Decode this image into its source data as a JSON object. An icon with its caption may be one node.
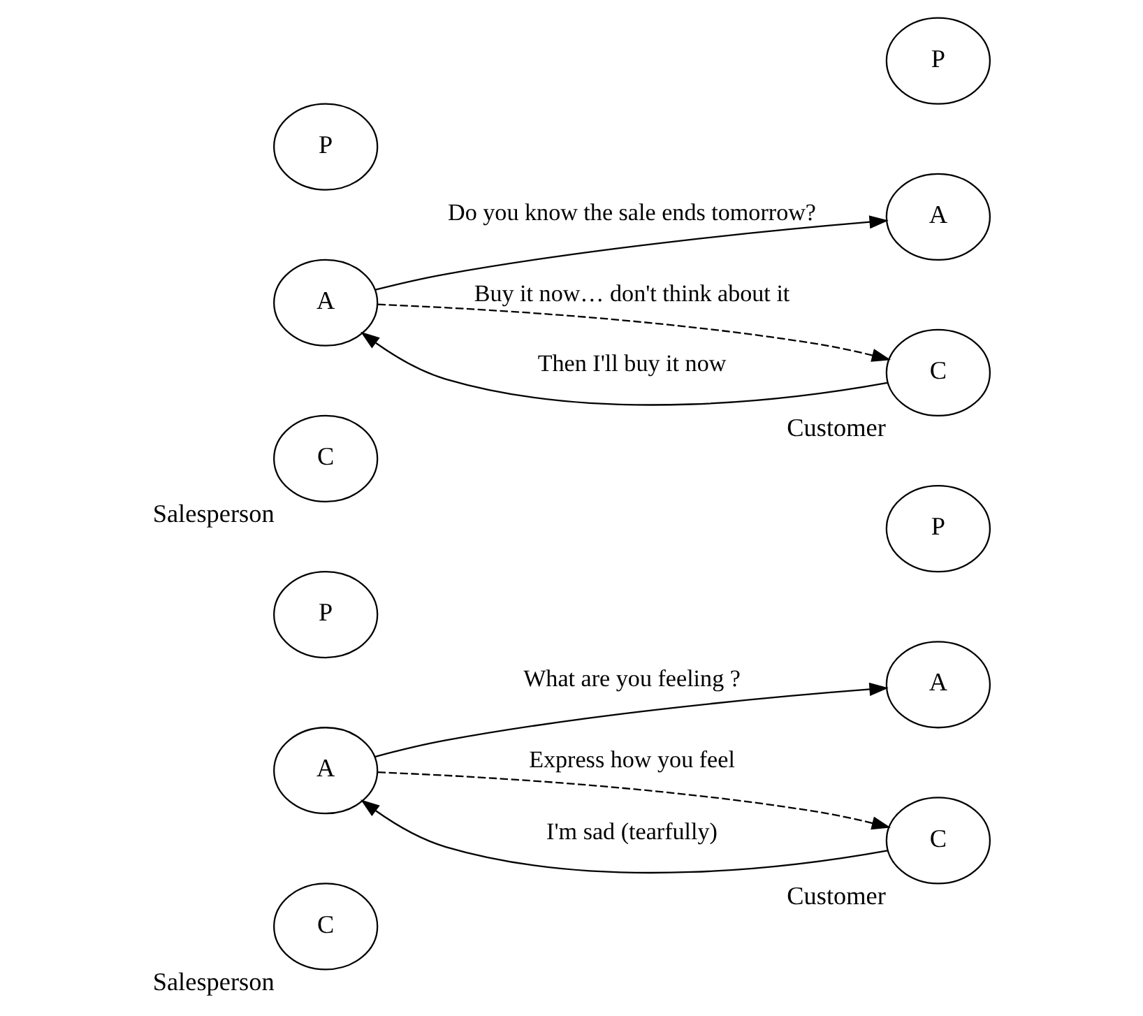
{
  "diagram": {
    "nodes": [
      {
        "text": [
          "P"
        ]
      },
      {
        "text": [
          "A"
        ]
      },
      {
        "text": [
          "C"
        ],
        "beside": [
          "Salesperson"
        ]
      },
      {
        "text": [
          "P"
        ]
      },
      {
        "text": [
          "A"
        ]
      },
      {
        "text": [
          "C"
        ],
        "beside": [
          "Customer"
        ]
      },
      {
        "text": [
          "P"
        ]
      },
      {
        "text": [
          "A"
        ]
      },
      {
        "text": [
          "C"
        ],
        "beside": [
          "Salesperson"
        ]
      },
      {
        "text": [
          "P"
        ]
      },
      {
        "text": [
          "A"
        ]
      },
      {
        "text": [
          "C"
        ],
        "beside": [
          "Customer"
        ]
      }
    ],
    "edges": [
      {
        "from": 1,
        "to": 4,
        "arrow": "to",
        "label": "Do you know the sale ends tomorrow?"
      },
      {
        "from": 1,
        "to": 5,
        "arrow": "to",
        "label": "Buy it now… don't think about it",
        "style": "dashed"
      },
      {
        "from": 5,
        "to": 1,
        "arrow": "to",
        "label": "Then I'll buy it now"
      },
      {
        "from": 7,
        "to": 10,
        "arrow": "to",
        "label": "What are you feeling ?"
      },
      {
        "from": 7,
        "to": 11,
        "arrow": "to",
        "label": "Express how you feel",
        "style": "dashed"
      },
      {
        "from": 11,
        "to": 7,
        "arrow": "to",
        "label": "I'm sad (tearfully)"
      }
    ]
  }
}
